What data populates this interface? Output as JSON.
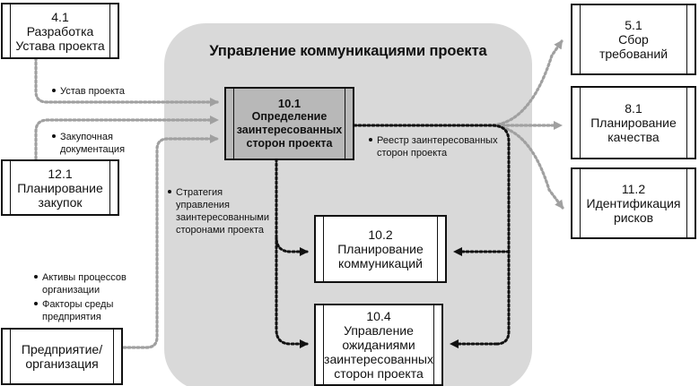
{
  "diagram": {
    "title": "Управление коммуникациями проекта",
    "processes": [
      {
        "id": "10.1",
        "name": [
          "Определение",
          "заинтересованных",
          "сторон проекта"
        ]
      },
      {
        "id": "10.2",
        "name": [
          "Планирование",
          "коммуникаций"
        ]
      },
      {
        "id": "10.4",
        "name": [
          "Управление",
          "ожиданиями",
          "заинтересованных",
          "сторон проекта"
        ]
      }
    ],
    "external": [
      {
        "id": "4.1",
        "name": [
          "Разработка",
          "Устава проекта"
        ]
      },
      {
        "id": "12.1",
        "name": [
          "Планирование",
          "закупок"
        ]
      },
      {
        "id": "",
        "name": [
          "Предприятие/",
          "организация"
        ]
      },
      {
        "id": "5.1",
        "name": [
          "Сбор",
          "требований"
        ]
      },
      {
        "id": "8.1",
        "name": [
          "Планирование",
          "качества"
        ]
      },
      {
        "id": "11.2",
        "name": [
          "Идентификация",
          "рисков"
        ]
      }
    ],
    "flow_labels": {
      "charter": [
        "Устав проекта"
      ],
      "procurement": [
        "Закупочная",
        "документация"
      ],
      "strategy": [
        "Стратегия",
        "управления",
        "заинтересованными",
        "сторонами проекта"
      ],
      "assets": [
        "Активы процессов",
        "организации"
      ],
      "factors": [
        "Факторы среды",
        "предприятия"
      ],
      "register": [
        "Реестр заинтересованных",
        "сторон проекта"
      ]
    },
    "colors": {
      "region": "#d9d9d9",
      "process_fill": "#b8b8b8",
      "input_arrow": "#a0a0a0",
      "internal_arrow": "#111111"
    }
  }
}
